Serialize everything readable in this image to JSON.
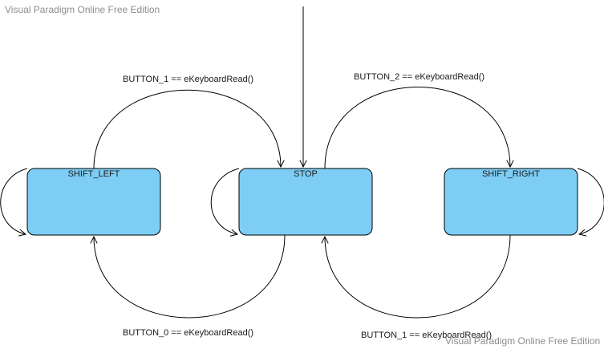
{
  "watermark": {
    "top": "Visual Paradigm Online Free Edition",
    "bottom": "Visual Paradigm Online Free Edition"
  },
  "colors": {
    "state_fill": "#7dcdf4",
    "state_stroke": "#000000",
    "edge": "#000000"
  },
  "states": {
    "shift_left": "SHIFT_LEFT",
    "stop": "STOP",
    "shift_right": "SHIFT_RIGHT"
  },
  "transitions": {
    "left_to_stop": "BUTTON_1 == eKeyboardRead()",
    "stop_to_right": "BUTTON_2 == eKeyboardRead()",
    "stop_to_left": "BUTTON_0 == eKeyboardRead()",
    "right_to_stop": "BUTTON_1 == eKeyboardRead()"
  }
}
